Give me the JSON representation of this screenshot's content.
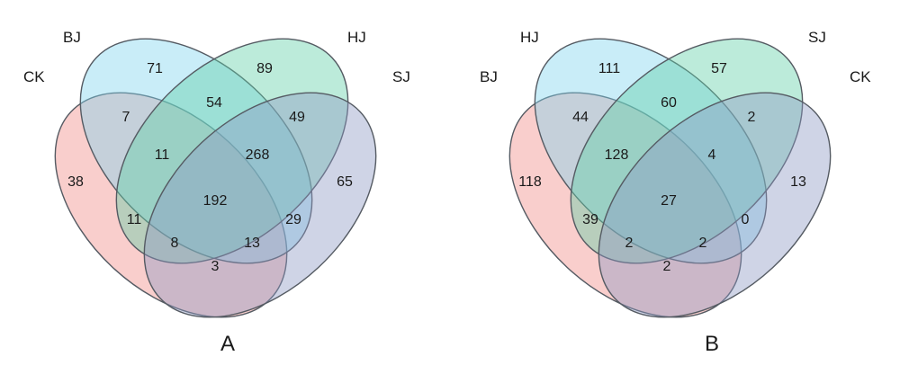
{
  "panels": [
    {
      "panel_label": "A",
      "sets": [
        {
          "label": "CK",
          "color": "#f08a86"
        },
        {
          "label": "BJ",
          "color": "#7fd3ee"
        },
        {
          "label": "HJ",
          "color": "#5fcfa8"
        },
        {
          "label": "SJ",
          "color": "#8d99c4"
        }
      ],
      "counts": {
        "set2_only": "71",
        "set3_only": "89",
        "set2_set3": "54",
        "set1_set2": "7",
        "set3_set4": "49",
        "set1_set2_set3": "11",
        "set2_set3_set4": "268",
        "set1_only": "38",
        "set4_only": "65",
        "all_four": "192",
        "set1_set3": "11",
        "set2_set4": "29",
        "set1_set3_set4": "8",
        "set1_set2_set4": "13",
        "set1_set4": "3"
      }
    },
    {
      "panel_label": "B",
      "sets": [
        {
          "label": "BJ",
          "color": "#f08a86"
        },
        {
          "label": "HJ",
          "color": "#7fd3ee"
        },
        {
          "label": "SJ",
          "color": "#5fcfa8"
        },
        {
          "label": "CK",
          "color": "#8d99c4"
        }
      ],
      "counts": {
        "set2_only": "111",
        "set3_only": "57",
        "set2_set3": "60",
        "set1_set2": "44",
        "set3_set4": "2",
        "set1_set2_set3": "128",
        "set2_set3_set4": "4",
        "set1_only": "118",
        "set4_only": "13",
        "all_four": "27",
        "set1_set3": "39",
        "set2_set4": "0",
        "set1_set3_set4": "2",
        "set1_set2_set4": "2",
        "set1_set4": "2"
      }
    }
  ]
}
